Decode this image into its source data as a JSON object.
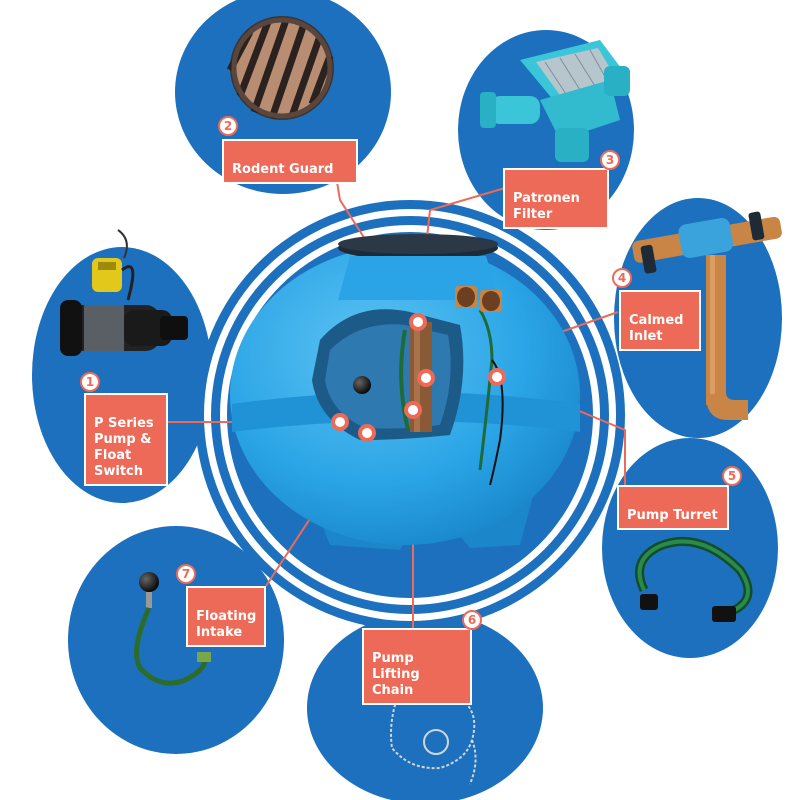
{
  "colors": {
    "circle_blue": "#1c70bd",
    "tank_blue": "#2aa4e6",
    "tank_dark": "#1b86c9",
    "label_coral": "#ec6a57",
    "white": "#ffffff",
    "hose_green": "#1e6b3a",
    "pipe_brown": "#c98545",
    "filter_cyan": "#3ac6d8"
  },
  "callouts": [
    {
      "id": "rodent-guard",
      "number": "2",
      "text": "Rodent Guard",
      "icon": "rodent-guard-grate-icon"
    },
    {
      "id": "patronen-filter",
      "number": "3",
      "text": "Patronen\nFilter",
      "icon": "patronen-filter-icon"
    },
    {
      "id": "calmed-inlet",
      "number": "4",
      "text": "Calmed\nInlet",
      "icon": "calmed-inlet-pipe-icon"
    },
    {
      "id": "p-series-pump",
      "number": "1",
      "text": "P Series\nPump &\nFloat\nSwitch",
      "icon": "pump-float-switch-icon"
    },
    {
      "id": "pump-turret",
      "number": "5",
      "text": "Pump Turret",
      "icon": "pump-turret-hose-icon"
    },
    {
      "id": "floating-intake",
      "number": "7",
      "text": "Floating\nIntake",
      "icon": "floating-intake-icon"
    },
    {
      "id": "pump-lifting-chain",
      "number": "6",
      "text": "Pump Lifting\nChain",
      "icon": "lifting-chain-icon"
    }
  ]
}
